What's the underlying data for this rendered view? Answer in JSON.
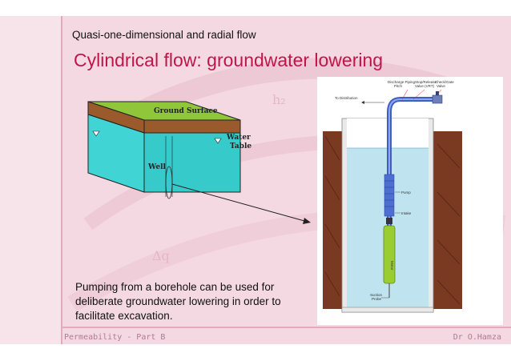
{
  "slide": {
    "subtitle": "Quasi-one-dimensional and radial flow",
    "title": "Cylindrical flow: groundwater lowering",
    "caption": "Pumping from a borehole can be used for deliberate groundwater lowering in order to facilitate excavation.",
    "footer_left": "Permeability - Part B",
    "footer_right": "Dr O.Hamza"
  },
  "block_diagram": {
    "ground_surface": "Ground Surface",
    "water_table_1": "Water",
    "water_table_2": "Table",
    "well": "Well"
  },
  "pump_diagram": {
    "to_distribution": "To Distribution",
    "discharge_piping_1": "Discharge Piping",
    "discharge_piping_2": "Pitch",
    "stop_valve_1": "Stop/Release",
    "stop_valve_2": "Valve (VRT)",
    "gate_valve_1": "Check/Gate",
    "gate_valve_2": "Valve",
    "pump": "Pump",
    "intake": "Intake",
    "motor": "Motor",
    "suction_probe_1": "Suction",
    "suction_probe_2": "Probe"
  },
  "colors": {
    "title": "#c0154b",
    "slide_background": "#f4d9e3",
    "water": "#3dd6d6",
    "soil": "#7a3a22",
    "pipe": "#3f5fc0"
  }
}
